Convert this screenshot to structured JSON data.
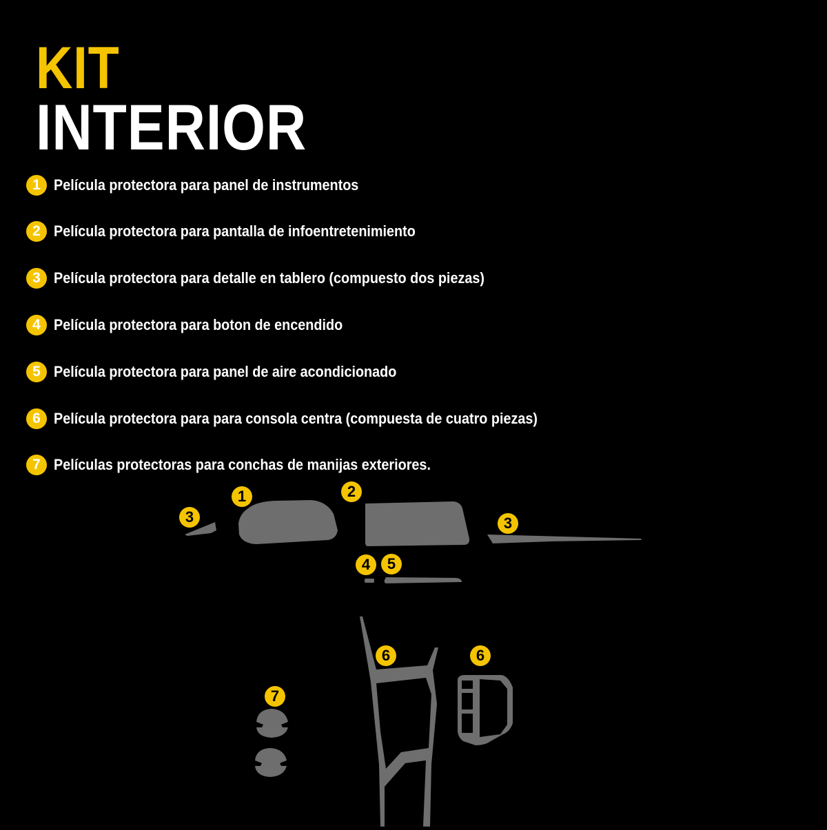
{
  "title": {
    "line1": "KIT",
    "line2": "INTERIOR"
  },
  "colors": {
    "accent": "#f5c400",
    "background": "#000000",
    "text": "#ffffff",
    "film_piece": "#6e6e6e"
  },
  "items": [
    {
      "number": "1",
      "label": "Película protectora para panel de instrumentos"
    },
    {
      "number": "2",
      "label": "Película protectora para pantalla de infoentretenimiento"
    },
    {
      "number": "3",
      "label": "Película protectora para detalle en tablero (compuesto dos piezas)"
    },
    {
      "number": "4",
      "label": "Película protectora para boton de encendido"
    },
    {
      "number": "5",
      "label": "Película protectora para panel de aire acondicionado"
    },
    {
      "number": "6",
      "label": "Película protectora para para consola centra (compuesta de cuatro piezas)"
    },
    {
      "number": "7",
      "label": "Películas protectoras para conchas de manijas exteriores."
    }
  ],
  "diagram": {
    "badges": [
      "3",
      "1",
      "2",
      "3",
      "4",
      "5",
      "6",
      "6",
      "7"
    ]
  }
}
